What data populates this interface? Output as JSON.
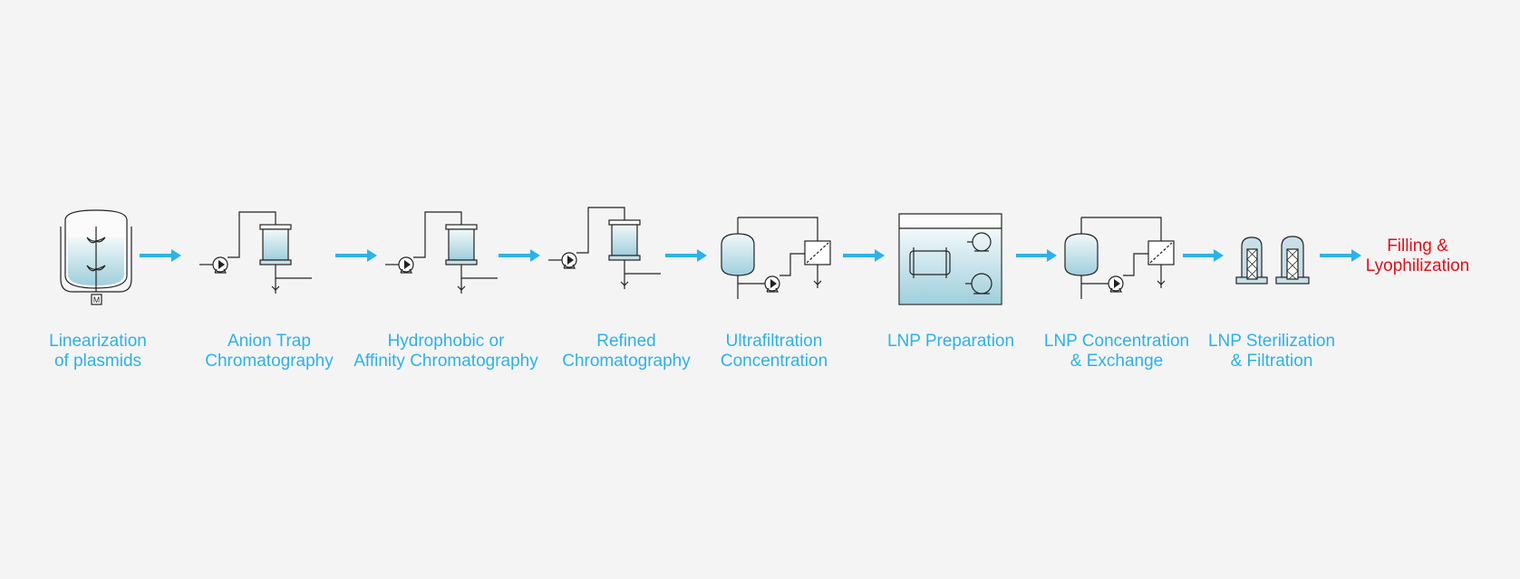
{
  "colors": {
    "accent": "#2db2e6",
    "final": "#e0101a",
    "line": "#222222",
    "liquid_top": "#f2f8fa",
    "liquid_bottom": "#9fcfdc",
    "background": "#f4f4f4"
  },
  "steps": [
    {
      "id": "linearization",
      "icon": "reactor-icon",
      "label_lines": [
        "Linearization",
        "of plasmids"
      ],
      "motor_label": "M"
    },
    {
      "id": "anion-trap",
      "icon": "chromatography-column-icon",
      "label_lines": [
        "Anion Trap",
        "Chromatography"
      ]
    },
    {
      "id": "hydrophobic",
      "icon": "chromatography-column-icon",
      "label_lines": [
        "Hydrophobic or",
        "Affinity Chromatography"
      ]
    },
    {
      "id": "refined",
      "icon": "chromatography-column-icon",
      "label_lines": [
        "Refined",
        "Chromatography"
      ]
    },
    {
      "id": "ultrafiltration",
      "icon": "ultrafiltration-skid-icon",
      "label_lines": [
        "Ultrafiltration",
        "Concentration"
      ]
    },
    {
      "id": "lnp-preparation",
      "icon": "lnp-mixing-tank-icon",
      "label_lines": [
        "LNP Preparation"
      ]
    },
    {
      "id": "lnp-concentration",
      "icon": "ultrafiltration-skid-icon",
      "label_lines": [
        "LNP Concentration",
        "& Exchange"
      ]
    },
    {
      "id": "lnp-sterilization",
      "icon": "sterile-filter-icon",
      "label_lines": [
        "LNP Sterilization",
        "& Filtration"
      ]
    }
  ],
  "final_step": {
    "id": "filling",
    "label_lines": [
      "Filling &",
      "Lyophilization"
    ]
  }
}
